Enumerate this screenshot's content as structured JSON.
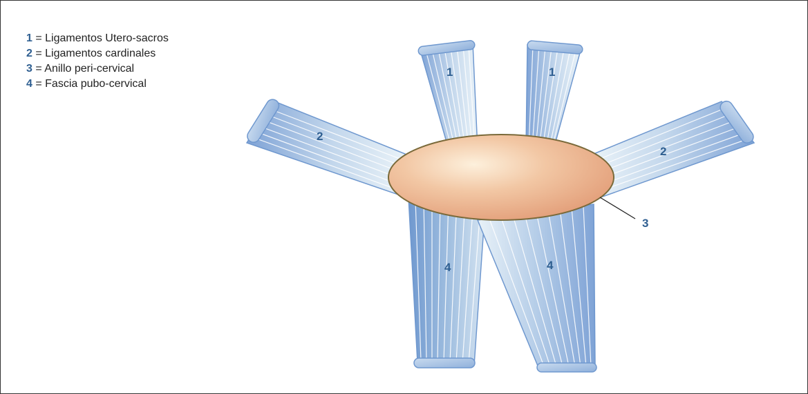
{
  "legend": [
    {
      "num": "1",
      "sep": " = ",
      "text": "Ligamentos Utero-sacros"
    },
    {
      "num": "2",
      "sep": " = ",
      "text": "Ligamentos cardinales"
    },
    {
      "num": "3",
      "sep": " = ",
      "text": "Anillo peri-cervical"
    },
    {
      "num": "4",
      "sep": " = ",
      "text": "Fascia pubo-cervical"
    }
  ],
  "labels": {
    "uterosacral_left": "1",
    "uterosacral_right": "1",
    "cardinal_left": "2",
    "cardinal_right": "2",
    "ring": "3",
    "pubocervical_left": "4",
    "pubocervical_right": "4"
  },
  "colors": {
    "ligament_dark": "#7fa3d6",
    "ligament_light": "#e9f2f8",
    "ligament_edge": "#6f98cf",
    "ring_fill": "#e8a884",
    "ring_highlight": "#fbe3c8",
    "ring_edge": "#7a6a3a",
    "label": "#2f5f91"
  }
}
